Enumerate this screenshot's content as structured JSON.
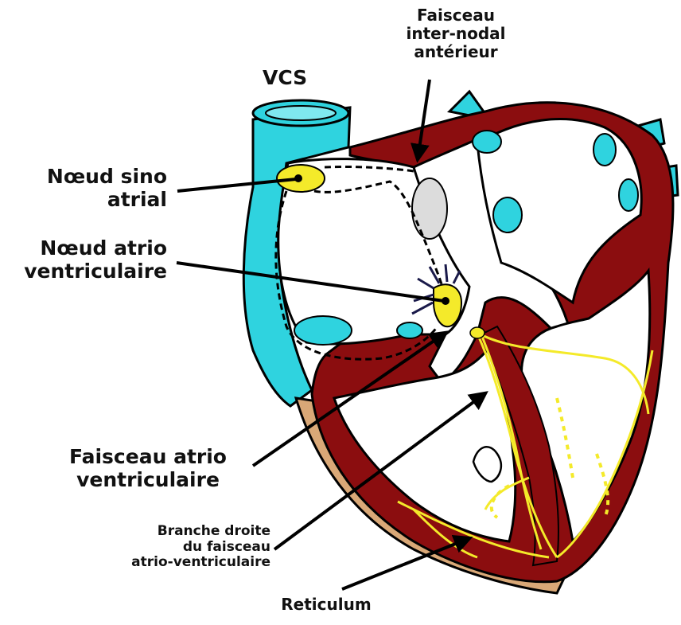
{
  "labels": {
    "vcs": "VCS",
    "faisceau_internodal": [
      "Faisceau",
      "inter-nodal",
      "antérieur"
    ],
    "noeud_sino": [
      "Nœud sino",
      "atrial"
    ],
    "noeud_atrio": [
      "Nœud atrio",
      "ventriculaire"
    ],
    "faisceau_atrio": [
      "Faisceau atrio",
      "ventriculaire"
    ],
    "branche_droite": [
      "Branche droite",
      "du faisceau",
      "atrio-ventriculaire"
    ],
    "reticulum": "Reticulum"
  },
  "colors": {
    "myocardium": "#8b0d0f",
    "vein": "#2fd3df",
    "epicardium": "#d9a877",
    "conduction": "#f4ea2a",
    "chamber": "#ffffff",
    "outline": "#000000"
  }
}
